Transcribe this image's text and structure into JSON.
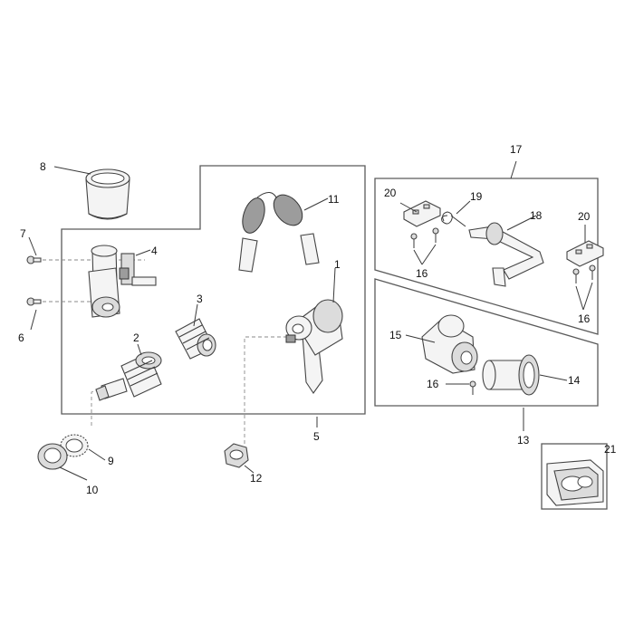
{
  "diagram": {
    "callouts": {
      "c1": "1",
      "c2": "2",
      "c3": "3",
      "c4": "4",
      "c5": "5",
      "c6": "6",
      "c7": "7",
      "c8": "8",
      "c9": "9",
      "c10": "10",
      "c11": "11",
      "c12": "12",
      "c13": "13",
      "c14": "14",
      "c15": "15",
      "c16a": "16",
      "c16b": "16",
      "c16c": "16",
      "c17": "17",
      "c18": "18",
      "c19": "19",
      "c20a": "20",
      "c20b": "20",
      "c21": "21"
    }
  }
}
